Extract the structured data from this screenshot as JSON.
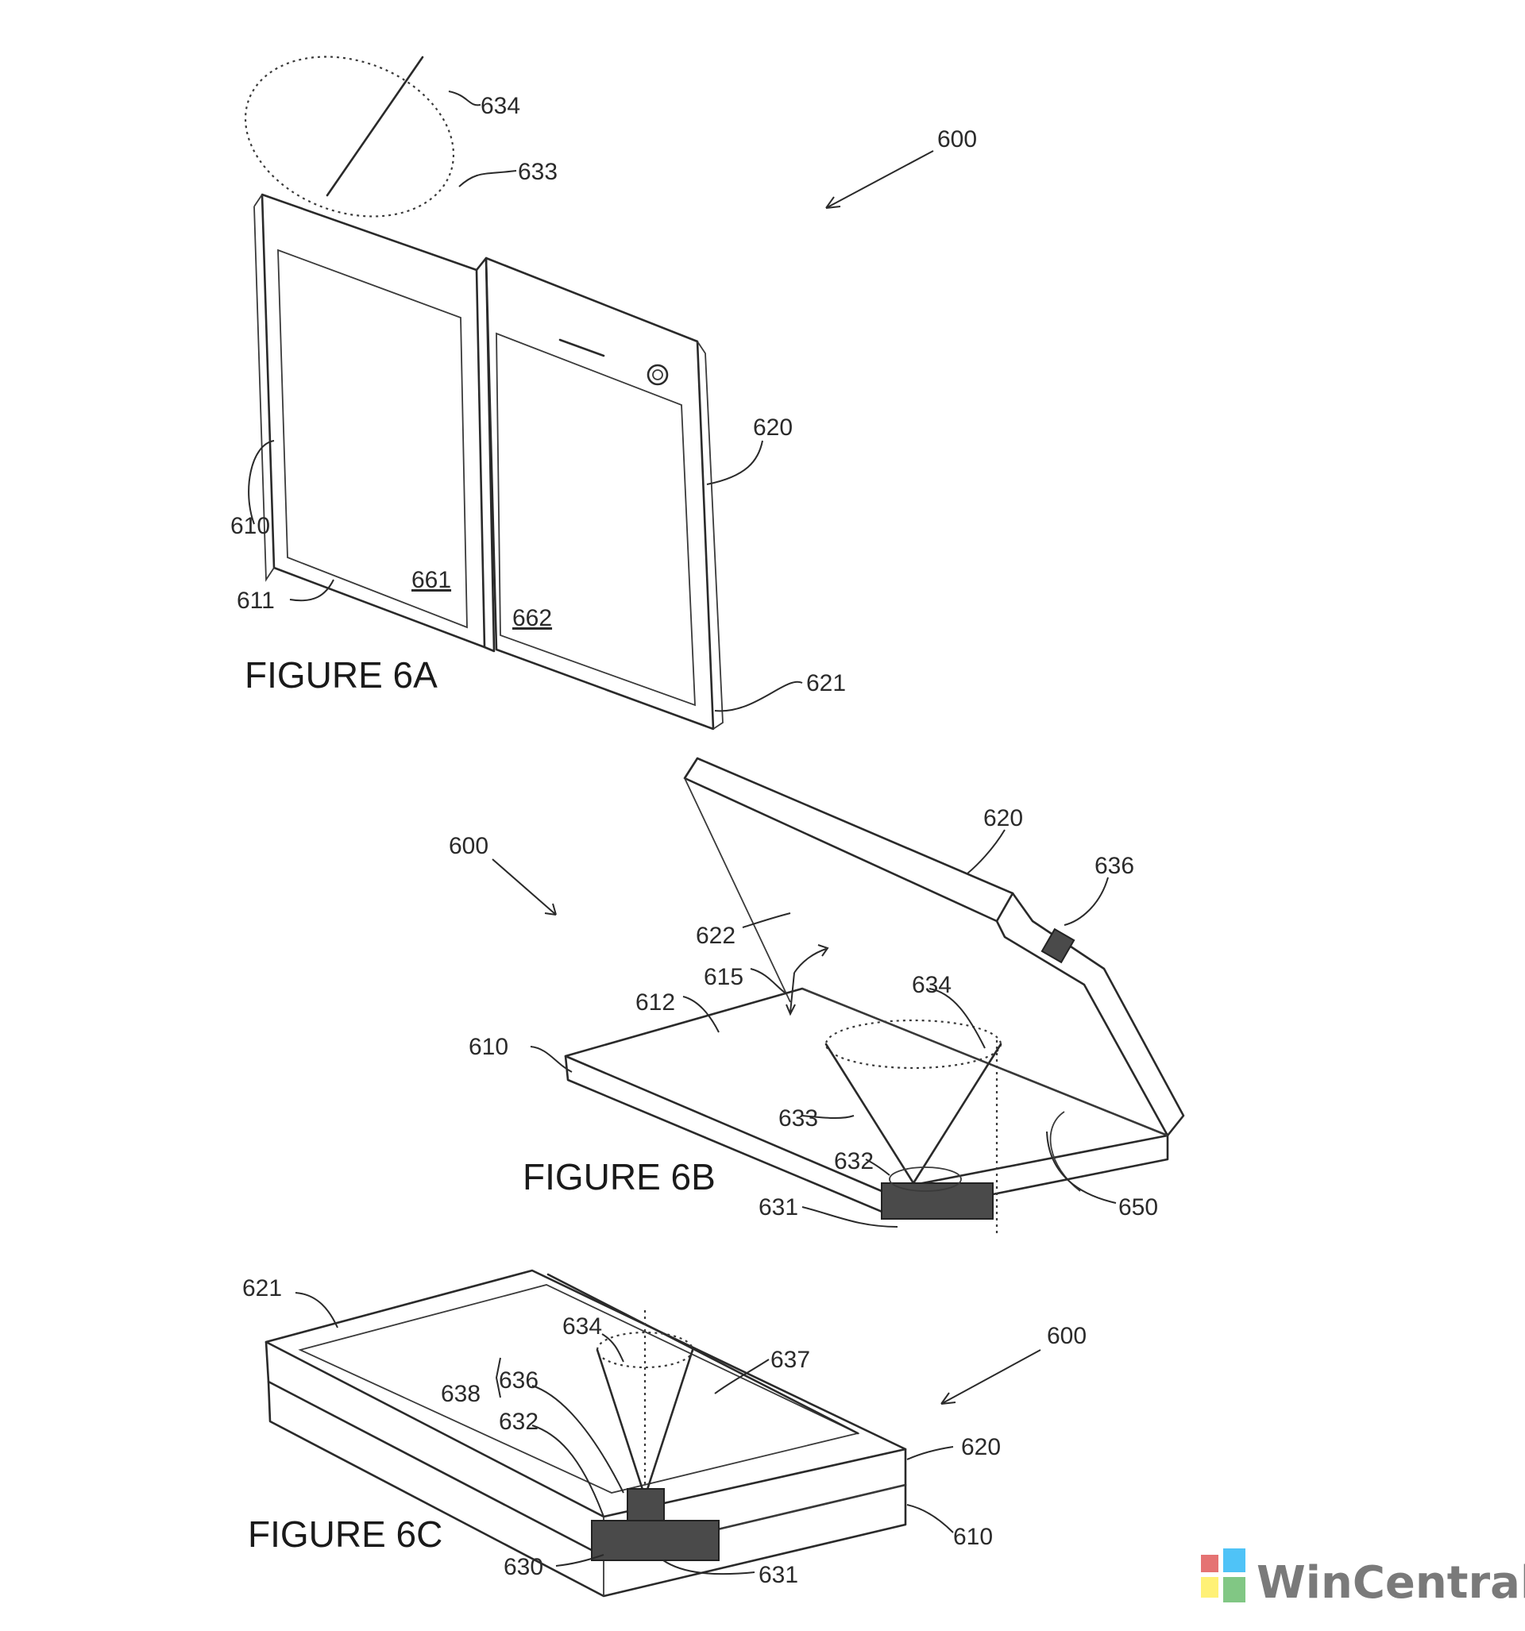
{
  "figures": [
    {
      "caption": "FIGURE 6A"
    },
    {
      "caption": "FIGURE 6B"
    },
    {
      "caption": "FIGURE 6C"
    }
  ],
  "labels_6a": [
    "634",
    "633",
    "600",
    "620",
    "610",
    "661",
    "611",
    "662",
    "621"
  ],
  "labels_6b": [
    "620",
    "636",
    "600",
    "622",
    "615",
    "634",
    "612",
    "610",
    "633",
    "632",
    "631",
    "650"
  ],
  "labels_6c": [
    "621",
    "634",
    "637",
    "600",
    "638",
    "636",
    "632",
    "620",
    "610",
    "630",
    "631"
  ],
  "watermark": {
    "text": "WinCentral",
    "logo_colors": [
      "#e57373",
      "#4fc3f7",
      "#fff176",
      "#81c784"
    ]
  }
}
